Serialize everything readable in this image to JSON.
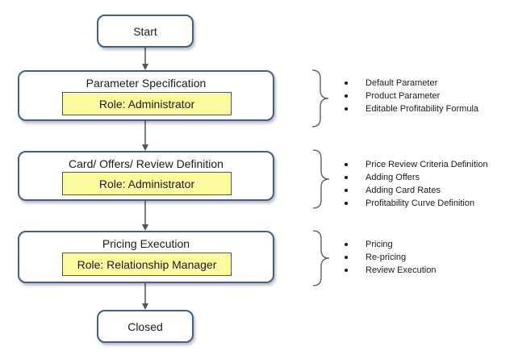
{
  "terminals": {
    "start": "Start",
    "end": "Closed"
  },
  "stages": [
    {
      "title": "Parameter Specification",
      "role": "Role: Administrator",
      "items": [
        "Default Parameter",
        "Product  Parameter",
        "Editable Profitability Formula"
      ]
    },
    {
      "title": "Card/ Offers/ Review Definition",
      "role": "Role: Administrator",
      "items": [
        "Price Review Criteria Definition",
        "Adding Offers",
        "Adding Card Rates",
        "Profitability Curve Definition"
      ]
    },
    {
      "title": "Pricing Execution",
      "role": "Role: Relationship Manager",
      "items": [
        "Pricing",
        "Re-pricing",
        "Review Execution"
      ]
    }
  ],
  "colors": {
    "box_border": "#3f5f8c",
    "role_fill": "#fbfb9e",
    "connector": "#555555"
  }
}
